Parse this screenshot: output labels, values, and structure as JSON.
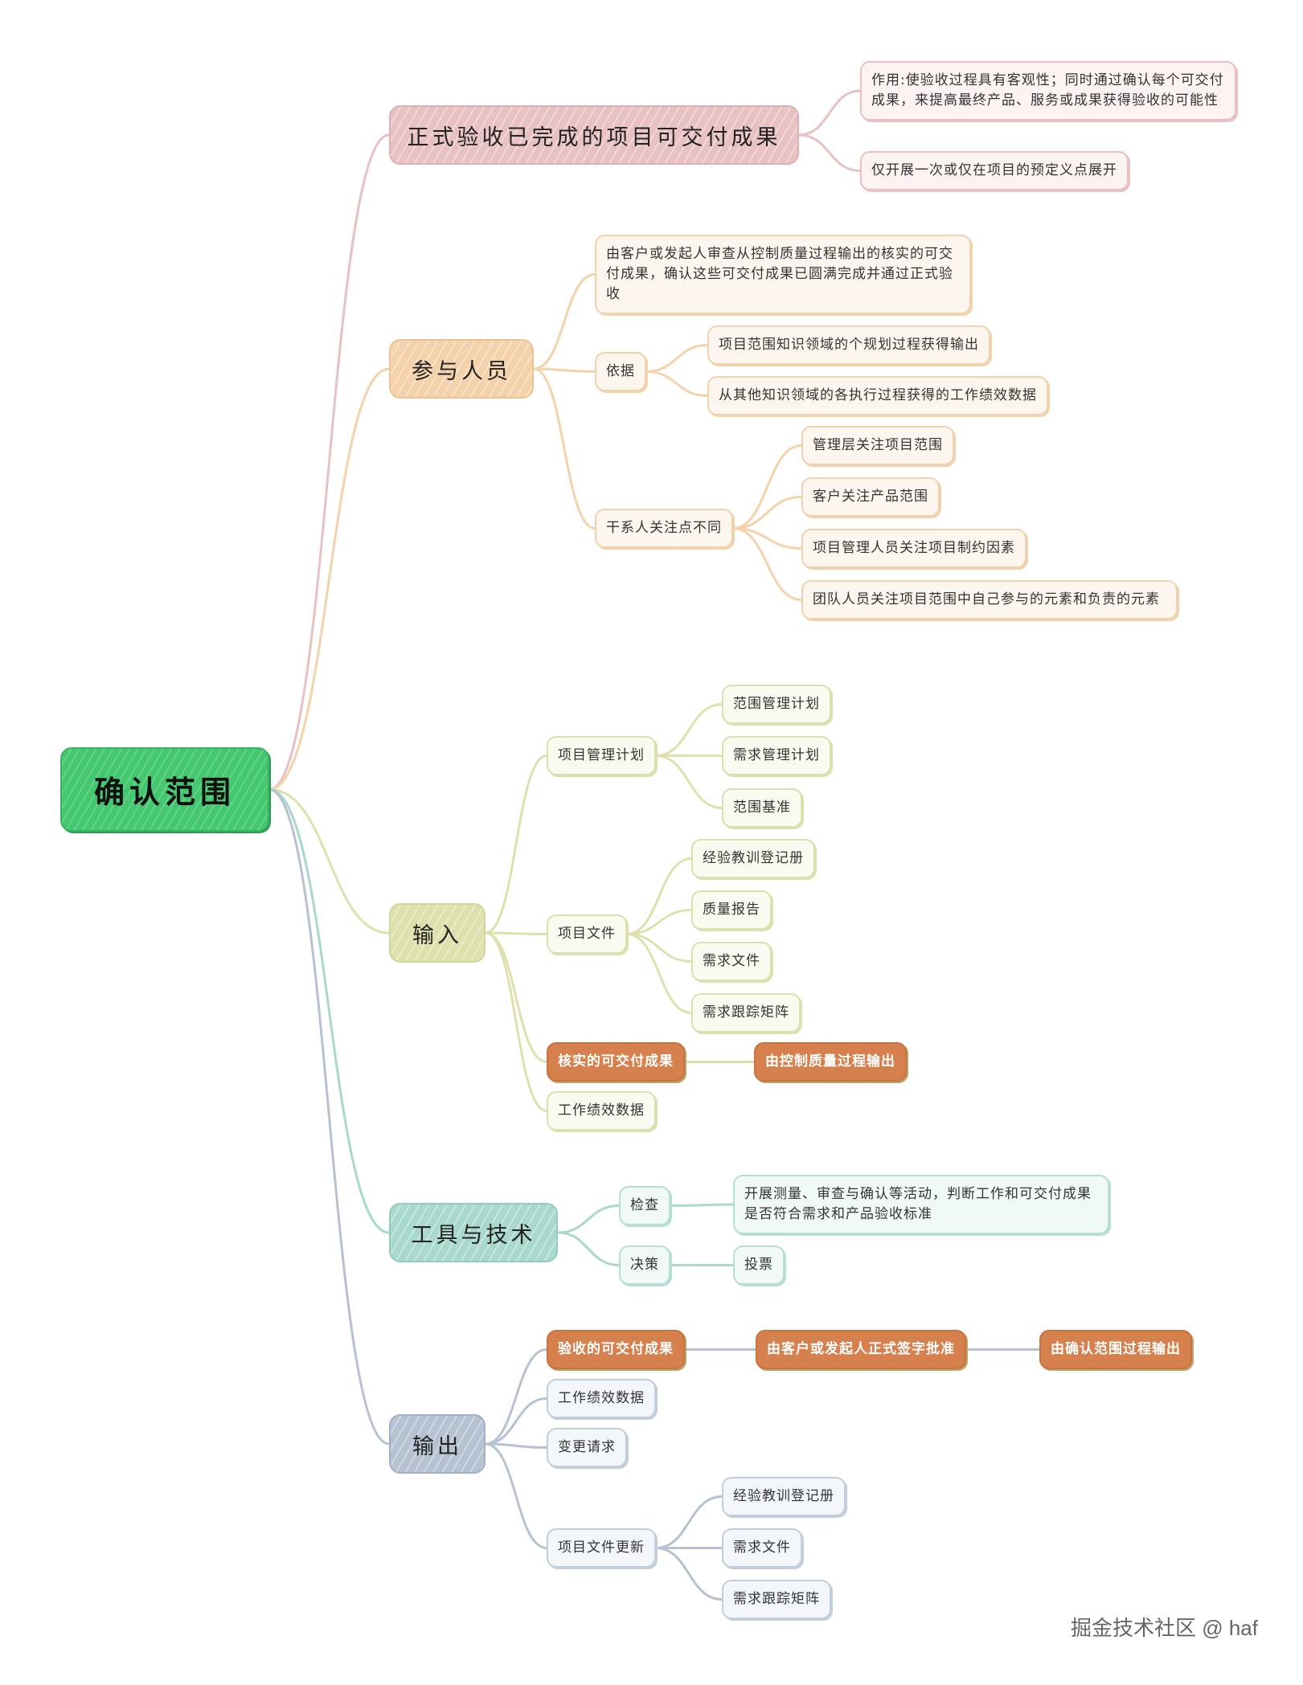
{
  "root": "确认范围",
  "branches": {
    "formal": {
      "label": "正式验收已完成的项目可交付成果",
      "purpose": "作用:使验收过程具有客观性；同时通过确认每个可交付成果，来提高最终产品、服务或成果获得验收的可能性",
      "frequency": "仅开展一次或仅在项目的预定义点展开"
    },
    "people": {
      "label": "参与人员",
      "review": "由客户或发起人审查从控制质量过程输出的核实的可交付成果，确认这些可交付成果已圆满完成并通过正式验收",
      "basis": {
        "label": "依据",
        "items": [
          "项目范围知识领域的个规划过程获得输出",
          "从其他知识领域的各执行过程获得的工作绩效数据"
        ]
      },
      "concerns": {
        "label": "干系人关注点不同",
        "items": [
          "管理层关注项目范围",
          "客户关注产品范围",
          "项目管理人员关注项目制约因素",
          "团队人员关注项目范围中自己参与的元素和负责的元素"
        ]
      }
    },
    "input": {
      "label": "输入",
      "plan": {
        "label": "项目管理计划",
        "items": [
          "范围管理计划",
          "需求管理计划",
          "范围基准"
        ]
      },
      "docs": {
        "label": "项目文件",
        "items": [
          "经验教训登记册",
          "质量报告",
          "需求文件",
          "需求跟踪矩阵"
        ]
      },
      "verified": {
        "label": "核实的可交付成果",
        "source": "由控制质量过程输出"
      },
      "workdata": "工作绩效数据"
    },
    "tools": {
      "label": "工具与技术",
      "inspect": {
        "label": "检查",
        "desc": "开展测量、审查与确认等活动，判断工作和可交付成果是否符合需求和产品验收标准"
      },
      "decide": {
        "label": "决策",
        "item": "投票"
      }
    },
    "output": {
      "label": "输出",
      "accepted": {
        "label": "验收的可交付成果",
        "approval": "由客户或发起人正式签字批准",
        "source": "由确认范围过程输出"
      },
      "workinfo": "工作绩效数据",
      "change": "变更请求",
      "updates": {
        "label": "项目文件更新",
        "items": [
          "经验教训登记册",
          "需求文件",
          "需求跟踪矩阵"
        ]
      }
    }
  },
  "watermark": "掘金技术社区 @ haf",
  "colors": {
    "root": "#43c76f",
    "pink": "#e8c1c3",
    "orange": "#f4d2ab",
    "green": "#dfe1ad",
    "teal": "#a9d8cc",
    "blue": "#b6c2d2",
    "highlight": "#d5804d"
  }
}
